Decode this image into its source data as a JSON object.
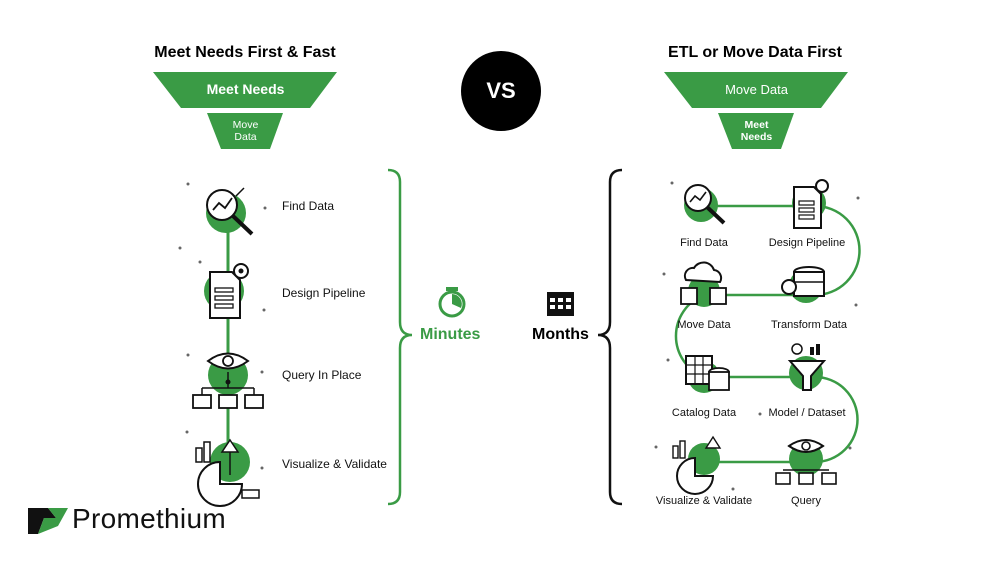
{
  "colors": {
    "green": "#3a9b45",
    "black": "#000000",
    "white": "#ffffff"
  },
  "left": {
    "title": "Meet Needs First & Fast",
    "funnel_top": "Meet Needs",
    "funnel_bottom": "Move Data",
    "steps": [
      "Find Data",
      "Design Pipeline",
      "Query In Place",
      "Visualize & Validate"
    ],
    "icons": [
      "magnifier-chart-icon",
      "document-gear-icon",
      "eye-network-icon",
      "chart-analytics-icon"
    ]
  },
  "center": {
    "vs": "VS",
    "minutes": "Minutes",
    "months": "Months",
    "stopwatch_icon": "stopwatch-icon",
    "calendar_icon": "calendar-icon"
  },
  "right": {
    "title": "ETL or Move Data First",
    "funnel_top": "Move Data",
    "funnel_bottom": "Meet Needs",
    "steps": [
      "Find Data",
      "Design Pipeline",
      "Move Data",
      "Transform Data",
      "Catalog Data",
      "Model / Dataset",
      "Visualize & Validate",
      "Query"
    ]
  },
  "logo": {
    "name": "Promethium",
    "icon": "promethium-logo-icon"
  }
}
